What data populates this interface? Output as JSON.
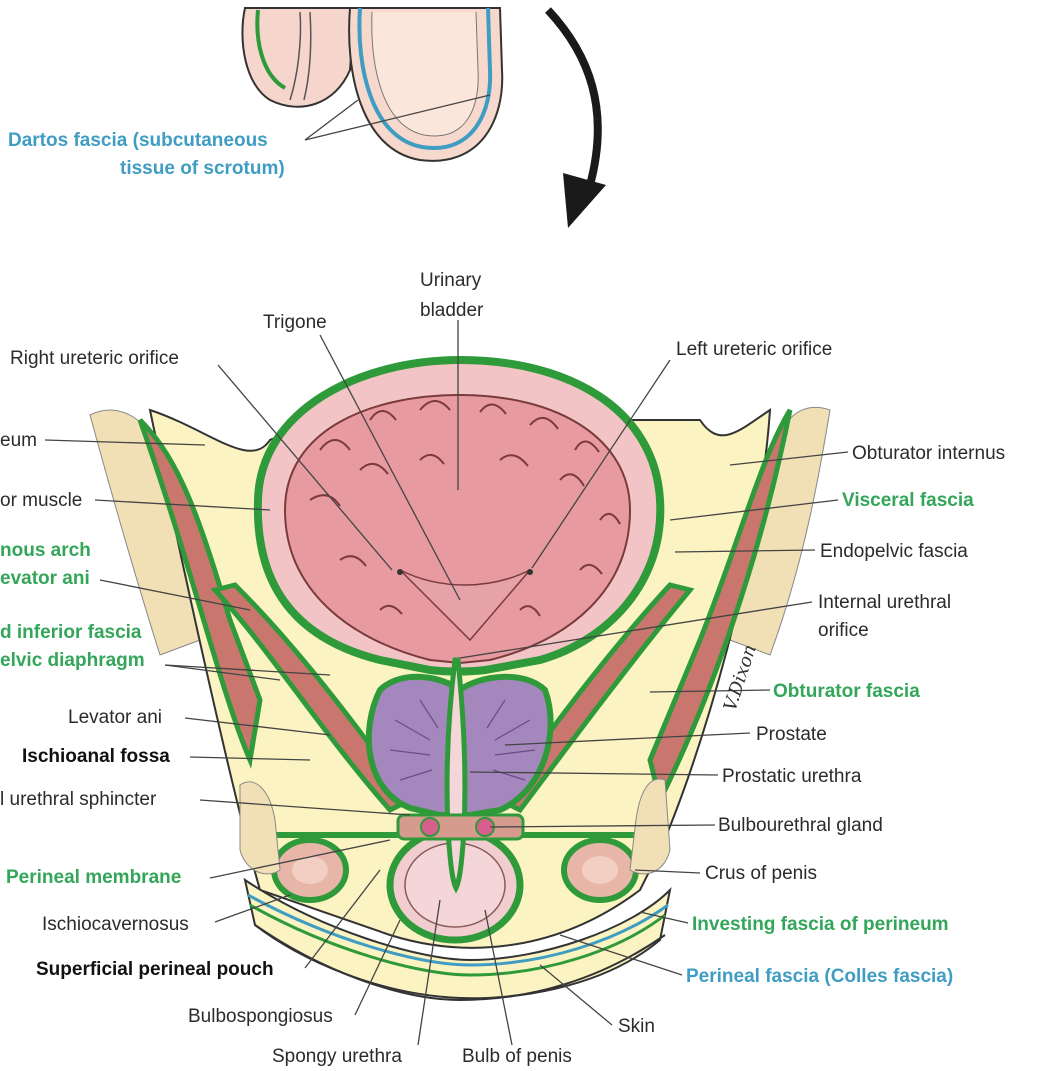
{
  "labels": {
    "dartos_1": "Dartos fascia (subcutaneous",
    "dartos_2": "tissue of scrotum)",
    "urinary_1": "Urinary",
    "urinary_2": "bladder",
    "trigone": "Trigone",
    "right_ureteric": "Right ureteric orifice",
    "left_ureteric": "Left ureteric orifice",
    "peritoneum": "eum",
    "detrusor": "or muscle",
    "tendinous_1": "nous arch",
    "tendinous_2": "evator ani",
    "sup_inf_1": "d inferior fascia",
    "sup_inf_2": "elvic diaphragm",
    "levator_ani": "Levator ani",
    "ischioanal": "Ischioanal fossa",
    "ext_sphincter": "l urethral sphincter",
    "perineal_membrane": "Perineal membrane",
    "ischiocavernosus": "Ischiocavernosus",
    "superficial_pouch": "Superficial perineal pouch",
    "bulbospongiosus": "Bulbospongiosus",
    "spongy_urethra": "Spongy urethra",
    "bulb_of_penis": "Bulb of penis",
    "skin": "Skin",
    "obturator_internus": "Obturator internus",
    "visceral_fascia": "Visceral fascia",
    "endopelvic_fascia": "Endopelvic fascia",
    "internal_urethral_1": "Internal urethral",
    "internal_urethral_2": "orifice",
    "obturator_fascia": "Obturator fascia",
    "prostate": "Prostate",
    "prostatic_urethra": "Prostatic urethra",
    "bulbourethral_gland": "Bulbourethral gland",
    "crus_of_penis": "Crus of penis",
    "investing_fascia": "Investing fascia of perineum",
    "perineal_fascia": "Perineal fascia (Colles fascia)",
    "signature": "V.Dixon"
  },
  "colors": {
    "green_label": "#33a65a",
    "blue_label": "#3f9dc3",
    "fascia_green": "#2f9a3a",
    "fat_yellow": "#fbf3c2",
    "bladder_pink": "#e79aa0",
    "prostate_purple": "#a487bd",
    "muscle_brown": "#c9776e",
    "bone": "#f1dfb6"
  }
}
